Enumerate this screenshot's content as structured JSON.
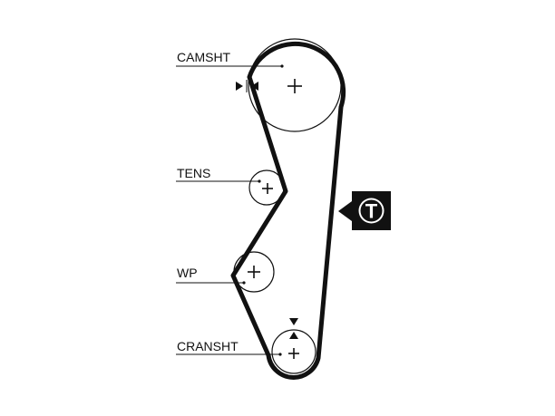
{
  "labels": {
    "camshaft": "CAMSHT",
    "tensioner": "TENS",
    "water_pump": "WP",
    "crankshaft": "CRANSHT"
  },
  "tension_badge": "T",
  "colors": {
    "line": "#111111",
    "background": "#ffffff",
    "badge_bg": "#111111",
    "badge_text": "#ffffff"
  },
  "icons": [
    "plus-icon",
    "alignment-arrow-icon",
    "tension-indicator-icon"
  ]
}
